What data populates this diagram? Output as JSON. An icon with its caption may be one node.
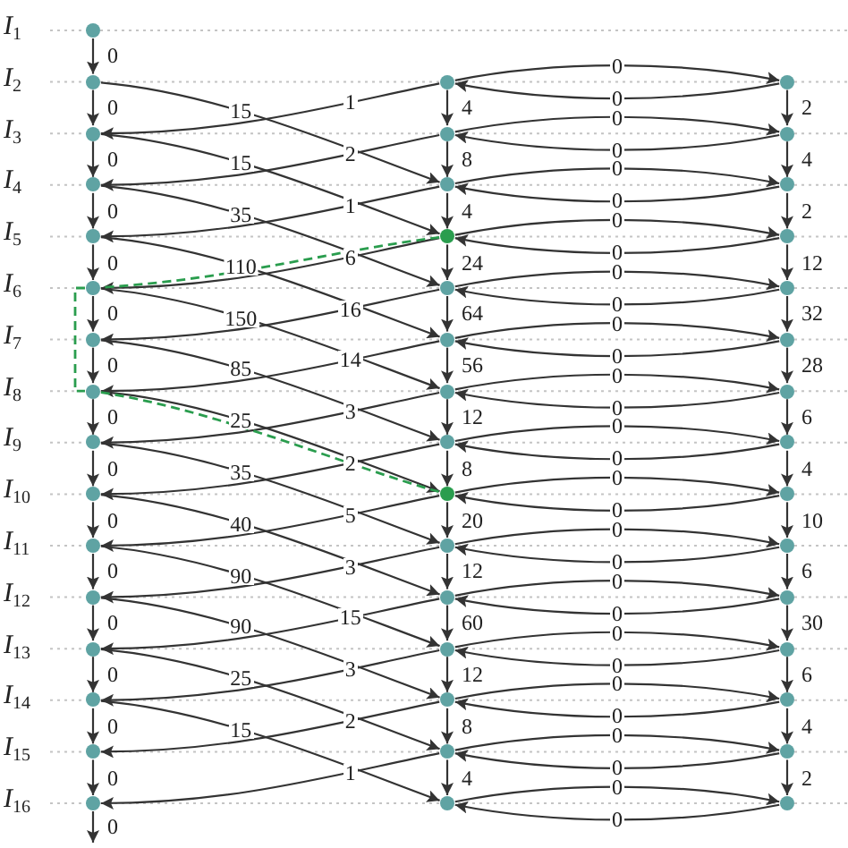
{
  "diagram": {
    "nodes": [
      {
        "text": [],
        "shape": "circle"
      },
      {
        "text": [],
        "shape": "circle"
      },
      {
        "text": [],
        "shape": "circle"
      },
      {
        "text": [],
        "shape": "circle"
      },
      {
        "text": [],
        "shape": "circle"
      },
      {
        "text": [],
        "shape": "circle"
      },
      {
        "text": [],
        "shape": "circle"
      },
      {
        "text": [],
        "shape": "circle"
      },
      {
        "text": [],
        "shape": "circle"
      },
      {
        "text": [],
        "shape": "circle"
      },
      {
        "text": [],
        "shape": "circle"
      },
      {
        "text": [],
        "shape": "circle"
      },
      {
        "text": [],
        "shape": "circle"
      },
      {
        "text": [],
        "shape": "circle"
      },
      {
        "text": [],
        "shape": "circle"
      },
      {
        "text": [],
        "shape": "circle"
      },
      {
        "text": [],
        "shape": "circle"
      },
      {
        "text": [],
        "shape": "circle"
      },
      {
        "text": [],
        "shape": "circle"
      },
      {
        "text": [],
        "shape": "circle"
      },
      {
        "text": [],
        "shape": "circle"
      },
      {
        "text": [],
        "shape": "circle"
      },
      {
        "text": [],
        "shape": "circle"
      },
      {
        "text": [],
        "shape": "circle"
      },
      {
        "text": [],
        "shape": "circle"
      },
      {
        "text": [],
        "shape": "circle"
      },
      {
        "text": [],
        "shape": "circle"
      },
      {
        "text": [],
        "shape": "circle"
      },
      {
        "text": [],
        "shape": "circle"
      },
      {
        "text": [],
        "shape": "circle"
      },
      {
        "text": [],
        "shape": "circle"
      },
      {
        "text": [],
        "shape": "circle"
      },
      {
        "text": [],
        "shape": "circle"
      },
      {
        "text": [],
        "shape": "circle"
      },
      {
        "text": [],
        "shape": "circle"
      },
      {
        "text": [],
        "shape": "circle"
      },
      {
        "text": [],
        "shape": "circle"
      },
      {
        "text": [],
        "shape": "circle"
      },
      {
        "text": [],
        "shape": "circle"
      },
      {
        "text": [],
        "shape": "circle"
      },
      {
        "text": [],
        "shape": "circle"
      },
      {
        "text": [],
        "shape": "circle"
      },
      {
        "text": [],
        "shape": "circle"
      },
      {
        "text": [],
        "shape": "circle"
      },
      {
        "text": [],
        "shape": "circle"
      },
      {
        "text": [],
        "shape": "circle"
      }
    ],
    "edges": [
      {
        "from": 0,
        "to": 1,
        "label": "0",
        "arrow": "to"
      },
      {
        "from": 1,
        "to": 2,
        "label": "0",
        "arrow": "to"
      },
      {
        "from": 2,
        "to": 3,
        "label": "0",
        "arrow": "to"
      },
      {
        "from": 3,
        "to": 4,
        "label": "0",
        "arrow": "to"
      },
      {
        "from": 4,
        "to": 5,
        "label": "0",
        "arrow": "to"
      },
      {
        "from": 5,
        "to": 6,
        "label": "0",
        "arrow": "to"
      },
      {
        "from": 6,
        "to": 7,
        "label": "0",
        "arrow": "to"
      },
      {
        "from": 7,
        "to": 8,
        "label": "0",
        "arrow": "to"
      },
      {
        "from": 8,
        "to": 9,
        "label": "0",
        "arrow": "to"
      },
      {
        "from": 9,
        "to": 10,
        "label": "0",
        "arrow": "to"
      },
      {
        "from": 10,
        "to": 11,
        "label": "0",
        "arrow": "to"
      },
      {
        "from": 11,
        "to": 12,
        "label": "0",
        "arrow": "to"
      },
      {
        "from": 12,
        "to": 13,
        "label": "0",
        "arrow": "to"
      },
      {
        "from": 13,
        "to": 14,
        "label": "0",
        "arrow": "to"
      },
      {
        "from": 14,
        "to": 15,
        "label": "0",
        "arrow": "to"
      },
      {
        "from": 15,
        "to": null,
        "label": "0",
        "arrow": "to"
      },
      {
        "from": 16,
        "to": 17,
        "label": "4",
        "arrow": "to"
      },
      {
        "from": 17,
        "to": 18,
        "label": "8",
        "arrow": "to"
      },
      {
        "from": 18,
        "to": 19,
        "label": "4",
        "arrow": "to"
      },
      {
        "from": 19,
        "to": 20,
        "label": "24",
        "arrow": "to"
      },
      {
        "from": 20,
        "to": 21,
        "label": "64",
        "arrow": "to"
      },
      {
        "from": 21,
        "to": 22,
        "label": "56",
        "arrow": "to"
      },
      {
        "from": 22,
        "to": 23,
        "label": "12",
        "arrow": "to"
      },
      {
        "from": 23,
        "to": 24,
        "label": "8",
        "arrow": "to"
      },
      {
        "from": 24,
        "to": 25,
        "label": "20",
        "arrow": "to"
      },
      {
        "from": 25,
        "to": 26,
        "label": "12",
        "arrow": "to"
      },
      {
        "from": 26,
        "to": 27,
        "label": "60",
        "arrow": "to"
      },
      {
        "from": 27,
        "to": 28,
        "label": "12",
        "arrow": "to"
      },
      {
        "from": 28,
        "to": 29,
        "label": "8",
        "arrow": "to"
      },
      {
        "from": 29,
        "to": 30,
        "label": "4",
        "arrow": "to"
      },
      {
        "from": 31,
        "to": 32,
        "label": "2",
        "arrow": "to"
      },
      {
        "from": 32,
        "to": 33,
        "label": "4",
        "arrow": "to"
      },
      {
        "from": 33,
        "to": 34,
        "label": "2",
        "arrow": "to"
      },
      {
        "from": 34,
        "to": 35,
        "label": "12",
        "arrow": "to"
      },
      {
        "from": 35,
        "to": 36,
        "label": "32",
        "arrow": "to"
      },
      {
        "from": 36,
        "to": 37,
        "label": "28",
        "arrow": "to"
      },
      {
        "from": 37,
        "to": 38,
        "label": "6",
        "arrow": "to"
      },
      {
        "from": 38,
        "to": 39,
        "label": "4",
        "arrow": "to"
      },
      {
        "from": 39,
        "to": 40,
        "label": "10",
        "arrow": "to"
      },
      {
        "from": 40,
        "to": 41,
        "label": "6",
        "arrow": "to"
      },
      {
        "from": 41,
        "to": 42,
        "label": "30",
        "arrow": "to"
      },
      {
        "from": 42,
        "to": 43,
        "label": "6",
        "arrow": "to"
      },
      {
        "from": 43,
        "to": 44,
        "label": "4",
        "arrow": "to"
      },
      {
        "from": 44,
        "to": 45,
        "label": "2",
        "arrow": "to"
      },
      {
        "from": 16,
        "to": 31,
        "label": "0",
        "arrow": "to"
      },
      {
        "from": 31,
        "to": 16,
        "label": "0",
        "arrow": "to"
      },
      {
        "from": 17,
        "to": 32,
        "label": "0",
        "arrow": "to"
      },
      {
        "from": 32,
        "to": 17,
        "label": "0",
        "arrow": "to"
      },
      {
        "from": 18,
        "to": 33,
        "label": "0",
        "arrow": "to"
      },
      {
        "from": 33,
        "to": 18,
        "label": "0",
        "arrow": "to"
      },
      {
        "from": 19,
        "to": 34,
        "label": "0",
        "arrow": "to"
      },
      {
        "from": 34,
        "to": 19,
        "label": "0",
        "arrow": "to"
      },
      {
        "from": 20,
        "to": 35,
        "label": "0",
        "arrow": "to"
      },
      {
        "from": 35,
        "to": 20,
        "label": "0",
        "arrow": "to"
      },
      {
        "from": 21,
        "to": 36,
        "label": "0",
        "arrow": "to"
      },
      {
        "from": 36,
        "to": 21,
        "label": "0",
        "arrow": "to"
      },
      {
        "from": 22,
        "to": 37,
        "label": "0",
        "arrow": "to"
      },
      {
        "from": 37,
        "to": 22,
        "label": "0",
        "arrow": "to"
      },
      {
        "from": 23,
        "to": 38,
        "label": "0",
        "arrow": "to"
      },
      {
        "from": 38,
        "to": 23,
        "label": "0",
        "arrow": "to"
      },
      {
        "from": 24,
        "to": 39,
        "label": "0",
        "arrow": "to"
      },
      {
        "from": 39,
        "to": 24,
        "label": "0",
        "arrow": "to"
      },
      {
        "from": 25,
        "to": 40,
        "label": "0",
        "arrow": "to"
      },
      {
        "from": 40,
        "to": 25,
        "label": "0",
        "arrow": "to"
      },
      {
        "from": 26,
        "to": 41,
        "label": "0",
        "arrow": "to"
      },
      {
        "from": 41,
        "to": 26,
        "label": "0",
        "arrow": "to"
      },
      {
        "from": 27,
        "to": 42,
        "label": "0",
        "arrow": "to"
      },
      {
        "from": 42,
        "to": 27,
        "label": "0",
        "arrow": "to"
      },
      {
        "from": 28,
        "to": 43,
        "label": "0",
        "arrow": "to"
      },
      {
        "from": 43,
        "to": 28,
        "label": "0",
        "arrow": "to"
      },
      {
        "from": 29,
        "to": 44,
        "label": "0",
        "arrow": "to"
      },
      {
        "from": 44,
        "to": 29,
        "label": "0",
        "arrow": "to"
      },
      {
        "from": 30,
        "to": 45,
        "label": "0",
        "arrow": "to"
      },
      {
        "from": 45,
        "to": 30,
        "label": "0",
        "arrow": "to"
      },
      {
        "from": 1,
        "to": 18,
        "label": "15",
        "arrow": "to"
      },
      {
        "from": 2,
        "to": 19,
        "label": "15",
        "arrow": "to"
      },
      {
        "from": 3,
        "to": 20,
        "label": "35",
        "arrow": "to"
      },
      {
        "from": 4,
        "to": 21,
        "label": "110",
        "arrow": "to"
      },
      {
        "from": 5,
        "to": 22,
        "label": "150",
        "arrow": "to"
      },
      {
        "from": 6,
        "to": 23,
        "label": "85",
        "arrow": "to"
      },
      {
        "from": 7,
        "to": 24,
        "label": "25",
        "arrow": "to"
      },
      {
        "from": 8,
        "to": 25,
        "label": "35",
        "arrow": "to"
      },
      {
        "from": 9,
        "to": 26,
        "label": "40",
        "arrow": "to"
      },
      {
        "from": 10,
        "to": 27,
        "label": "90",
        "arrow": "to"
      },
      {
        "from": 11,
        "to": 28,
        "label": "90",
        "arrow": "to"
      },
      {
        "from": 12,
        "to": 29,
        "label": "25",
        "arrow": "to"
      },
      {
        "from": 13,
        "to": 30,
        "label": "15",
        "arrow": "to"
      },
      {
        "from": 16,
        "to": 2,
        "label": "1",
        "arrow": "to"
      },
      {
        "from": 17,
        "to": 3,
        "label": "2",
        "arrow": "to"
      },
      {
        "from": 18,
        "to": 4,
        "label": "1",
        "arrow": "to"
      },
      {
        "from": 19,
        "to": 5,
        "label": "6",
        "arrow": "to"
      },
      {
        "from": 20,
        "to": 6,
        "label": "16",
        "arrow": "to"
      },
      {
        "from": 21,
        "to": 7,
        "label": "14",
        "arrow": "to"
      },
      {
        "from": 22,
        "to": 8,
        "label": "3",
        "arrow": "to"
      },
      {
        "from": 23,
        "to": 9,
        "label": "2",
        "arrow": "to"
      },
      {
        "from": 24,
        "to": 10,
        "label": "5",
        "arrow": "to"
      },
      {
        "from": 25,
        "to": 11,
        "label": "3",
        "arrow": "to"
      },
      {
        "from": 26,
        "to": 12,
        "label": "15",
        "arrow": "to"
      },
      {
        "from": 27,
        "to": 13,
        "label": "3",
        "arrow": "to"
      },
      {
        "from": 28,
        "to": 14,
        "label": "2",
        "arrow": "to"
      },
      {
        "from": 29,
        "to": 15,
        "label": "1",
        "arrow": "to"
      },
      {
        "from": 19,
        "to": 5,
        "arrow": "none",
        "style": "dashed",
        "color": "#2a9d4e"
      },
      {
        "from": 5,
        "to": 7,
        "arrow": "none",
        "style": "dashed",
        "color": "#2a9d4e"
      },
      {
        "from": 7,
        "to": 24,
        "arrow": "none",
        "style": "dashed",
        "color": "#2a9d4e"
      }
    ],
    "labels": [
      "I$_{1}$",
      "I$_{2}$",
      "I$_{3}$",
      "I$_{4}$",
      "I$_{5}$",
      "I$_{6}$",
      "I$_{7}$",
      "I$_{8}$",
      "I$_{9}$",
      "I$_{10}$",
      "I$_{11}$",
      "I$_{12}$",
      "I$_{13}$",
      "I$_{14}$",
      "I$_{15}$",
      "I$_{16}$"
    ]
  }
}
